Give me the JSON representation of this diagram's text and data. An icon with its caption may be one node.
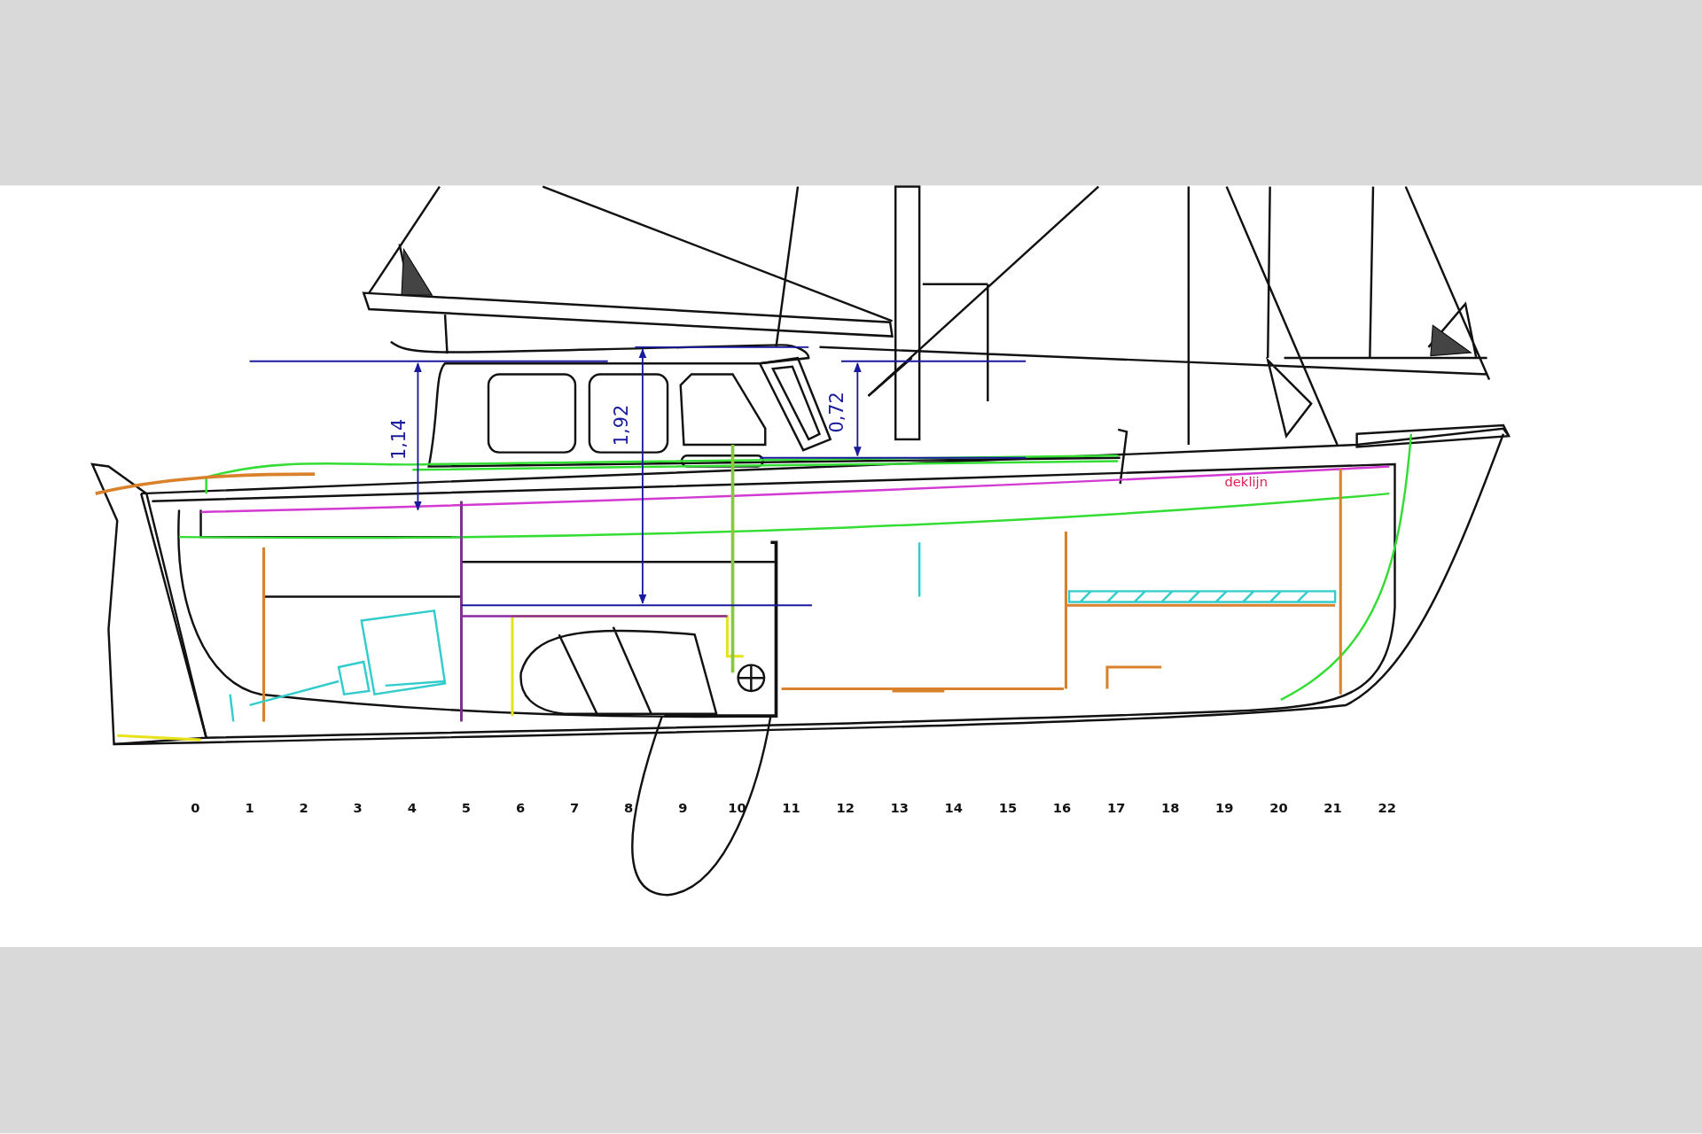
{
  "diagram": {
    "labels": [
      "1,14",
      "1,92",
      "0,72",
      "deklijn",
      "0",
      "1",
      "2",
      "3",
      "4",
      "5",
      "6",
      "7",
      "8",
      "9",
      "10",
      "11",
      "12",
      "13",
      "14",
      "15",
      "16",
      "17",
      "18",
      "19",
      "20",
      "21",
      "22"
    ]
  }
}
